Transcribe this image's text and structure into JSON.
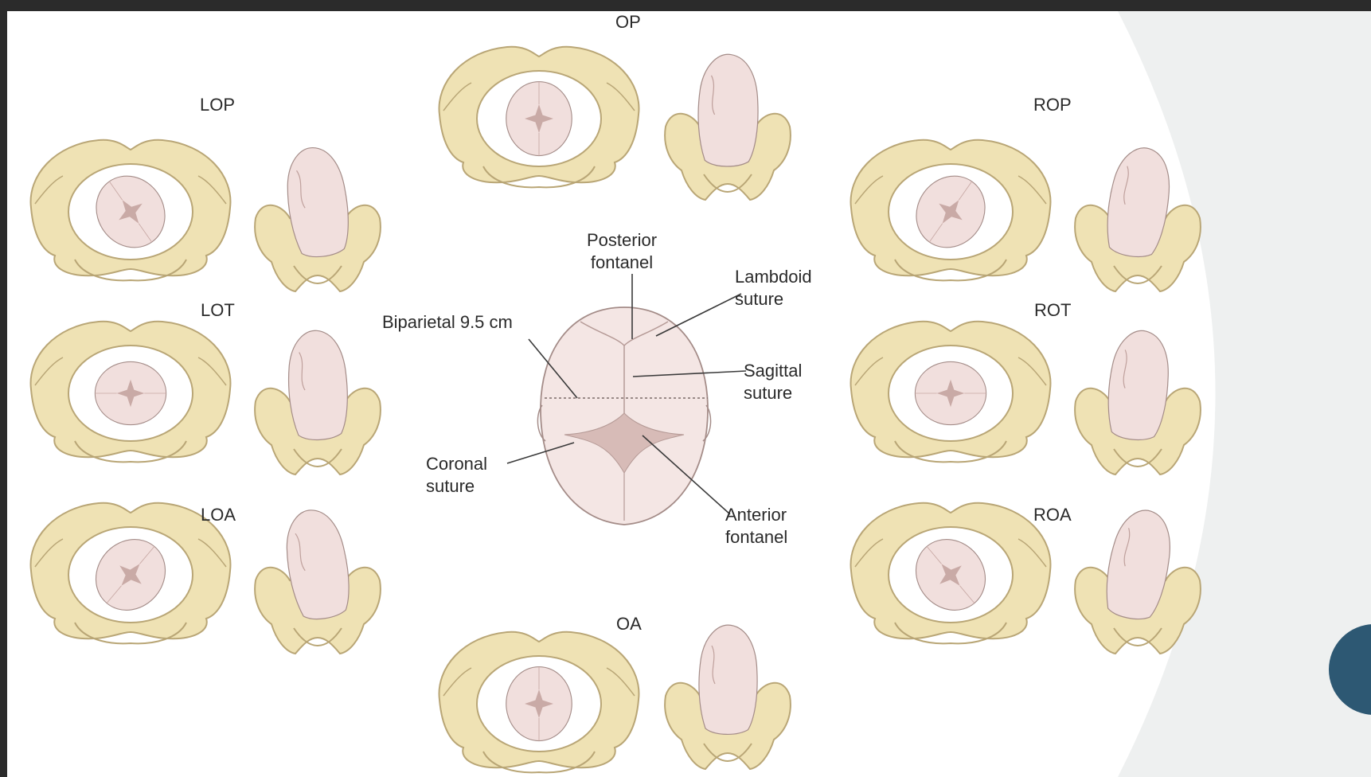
{
  "figure": {
    "positions": {
      "op": "OP",
      "lop": "LOP",
      "rop": "ROP",
      "lot": "LOT",
      "rot": "ROT",
      "loa": "LOA",
      "roa": "ROA",
      "oa": "OA"
    },
    "skull_labels": {
      "posterior_fontanel": "Posterior\nfontanel",
      "lambdoid_suture": "Lambdoid\nsuture",
      "biparietal": "Biparietal 9.5 cm",
      "sagittal_suture": "Sagittal\nsuture",
      "coronal_suture": "Coronal\nsuture",
      "anterior_fontanel": "Anterior\nfontanel"
    }
  },
  "colors": {
    "bone": "#efe2b4",
    "bone_outline": "#b9a676",
    "head": "#f1dfdd",
    "head_outline": "#a48c88",
    "fontanel": "#c9aaa6",
    "panel_grey": "#eef0f0",
    "accent_circle": "#2d5873"
  }
}
